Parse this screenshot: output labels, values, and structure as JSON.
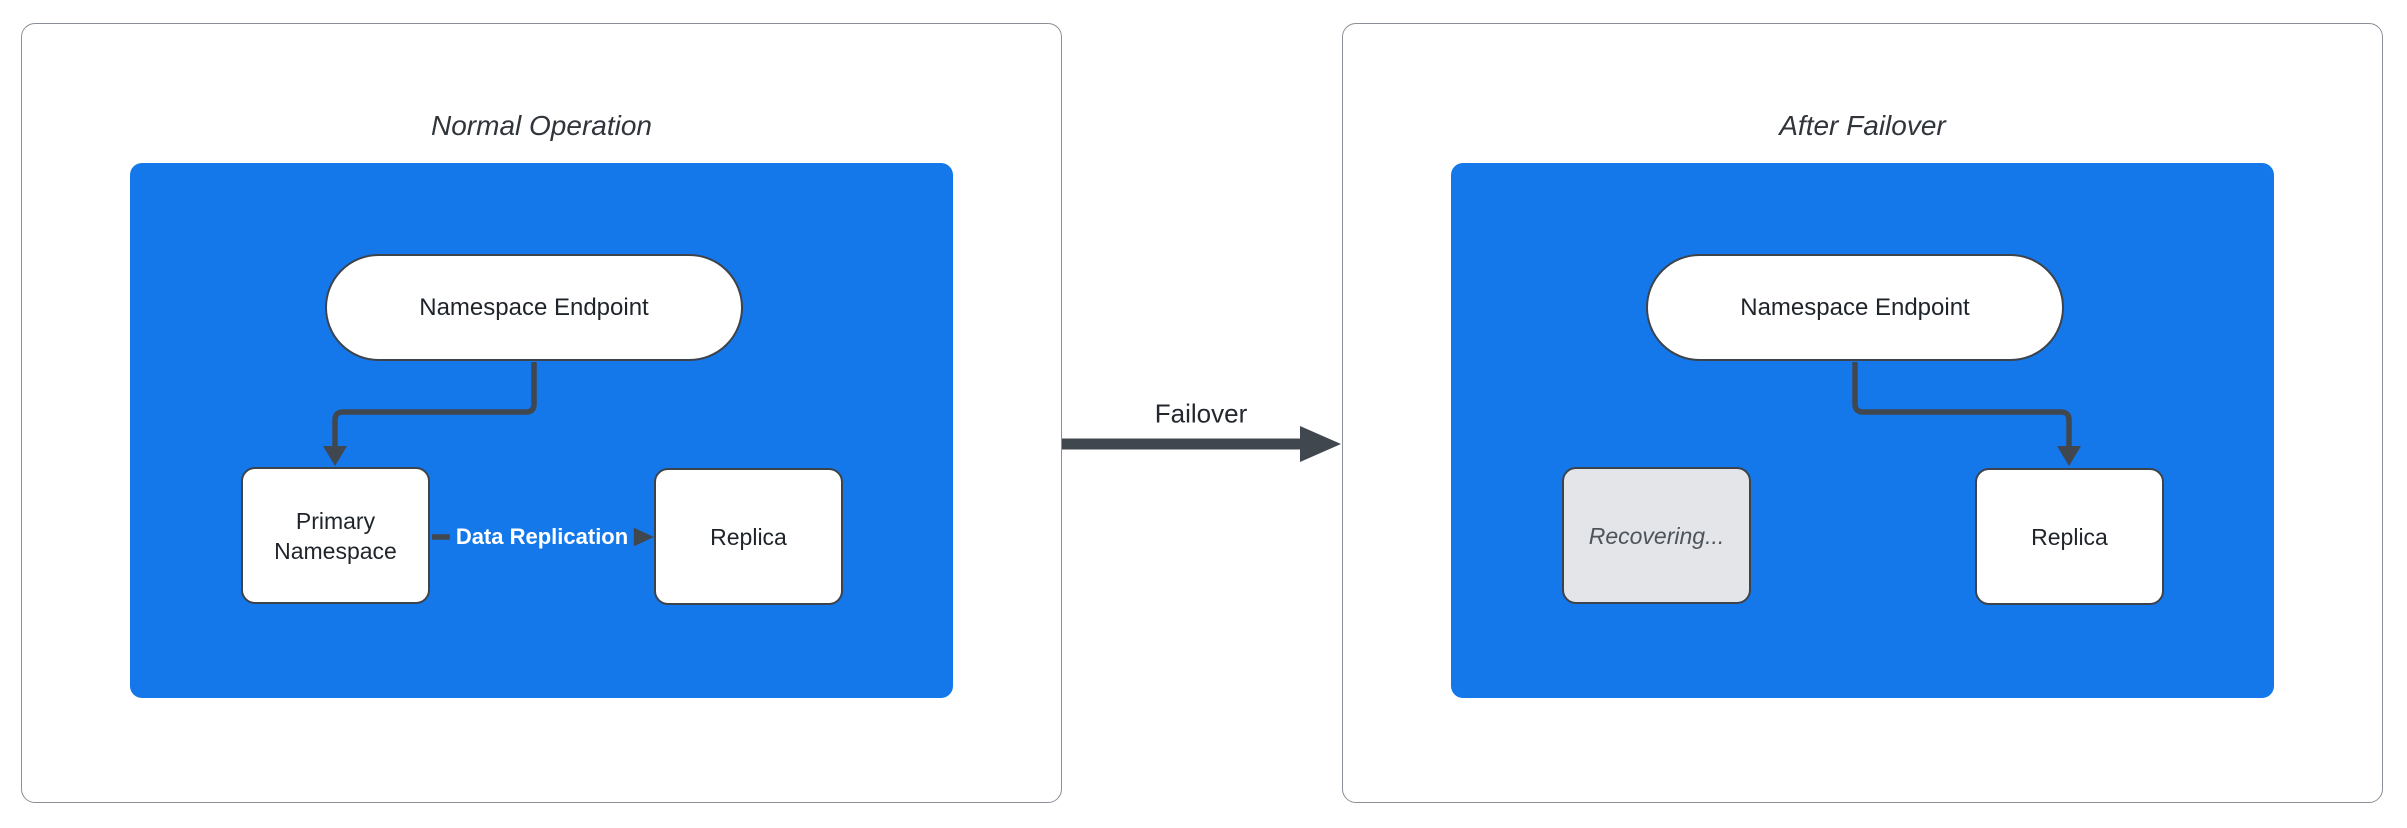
{
  "diagram": {
    "panels": [
      {
        "title": "Normal Operation",
        "endpoint": "Namespace Endpoint",
        "primary": "Primary Namespace",
        "replica": "Replica",
        "replication_label": "Data Replication"
      },
      {
        "title": "After Failover",
        "endpoint": "Namespace Endpoint",
        "recovering": "Recovering...",
        "replica": "Replica"
      }
    ],
    "failover_label": "Failover",
    "colors": {
      "container_blue": "#1478EB",
      "node_fill": "#FFFFFF",
      "recovering_gray": "#E3E5E8",
      "arrow_dark": "#40474F",
      "panel_border": "#8A8F97",
      "title_text": "#30353C",
      "node_text": "#1F242B",
      "replication_label_text": "#FFFFFF"
    }
  }
}
